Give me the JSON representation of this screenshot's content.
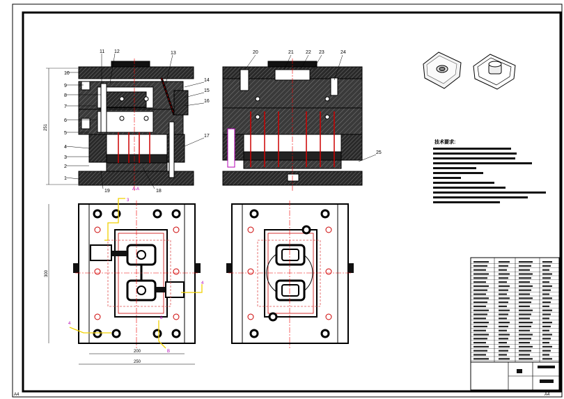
{
  "sheet": {
    "corner_left": "A4",
    "corner_right": "A4"
  },
  "front_view": {
    "part_numbers": [
      "1",
      "2",
      "3",
      "4",
      "5",
      "6",
      "7",
      "8",
      "9",
      "10",
      "11",
      "12",
      "13",
      "14",
      "15",
      "16",
      "17",
      "18",
      "19"
    ],
    "height_dim": "251",
    "section_mark": "A-A"
  },
  "side_view": {
    "part_numbers": [
      "20",
      "21",
      "22",
      "23",
      "24",
      "25"
    ]
  },
  "plan_view": {
    "width_dim_inner": "200",
    "width_dim_outer": "250",
    "height_dim": "300",
    "markers": [
      "3",
      "4",
      "4",
      "B",
      "8"
    ]
  },
  "tech_requirements": {
    "title": "技术要求:"
  },
  "colors": {
    "line": "#000000",
    "center": "#e00000",
    "cooling": "#f0d000",
    "marker": "#b400b4",
    "fill_dark": "#1a1a1a",
    "hatch": "#404040"
  }
}
